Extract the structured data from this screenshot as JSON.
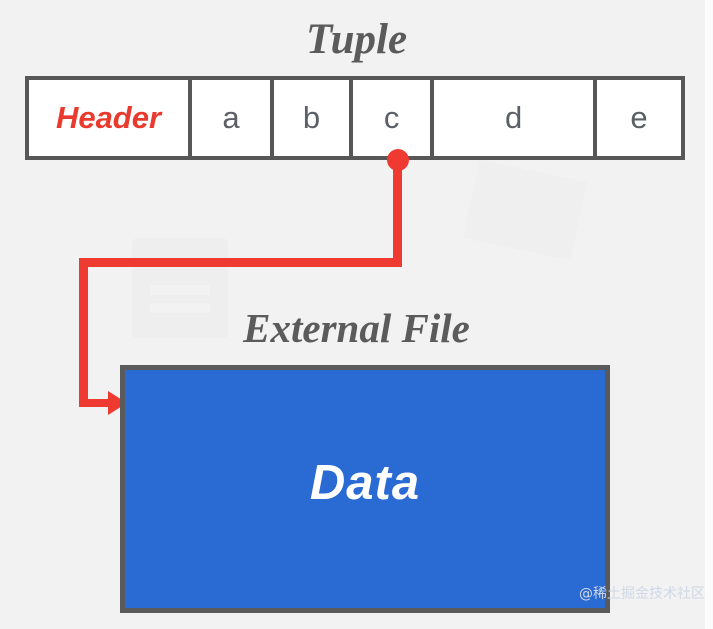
{
  "diagram": {
    "background_color": "#f2f2f2",
    "tuple": {
      "title": "Tuple",
      "cells": [
        {
          "label": "Header",
          "kind": "header"
        },
        {
          "label": "a",
          "kind": "value"
        },
        {
          "label": "b",
          "kind": "value"
        },
        {
          "label": "c",
          "kind": "value"
        },
        {
          "label": "d",
          "kind": "value"
        },
        {
          "label": "e",
          "kind": "value"
        }
      ],
      "border_color": "#575757",
      "header_color": "#ea3a2e",
      "cell_text_color": "#5b6066"
    },
    "external_file": {
      "title": "External File",
      "box_label": "Data",
      "box_fill": "#2a6ad3",
      "box_border": "#5a5a5a",
      "label_color": "#ffffff"
    },
    "connector": {
      "color": "#ef3a32",
      "from_cell": "c",
      "to": "Data",
      "source_marker": "filled-circle",
      "target_marker": "arrow-head"
    },
    "title_color": "#5b5b5b"
  },
  "watermark": {
    "text": "@稀土掘金技术社区"
  }
}
